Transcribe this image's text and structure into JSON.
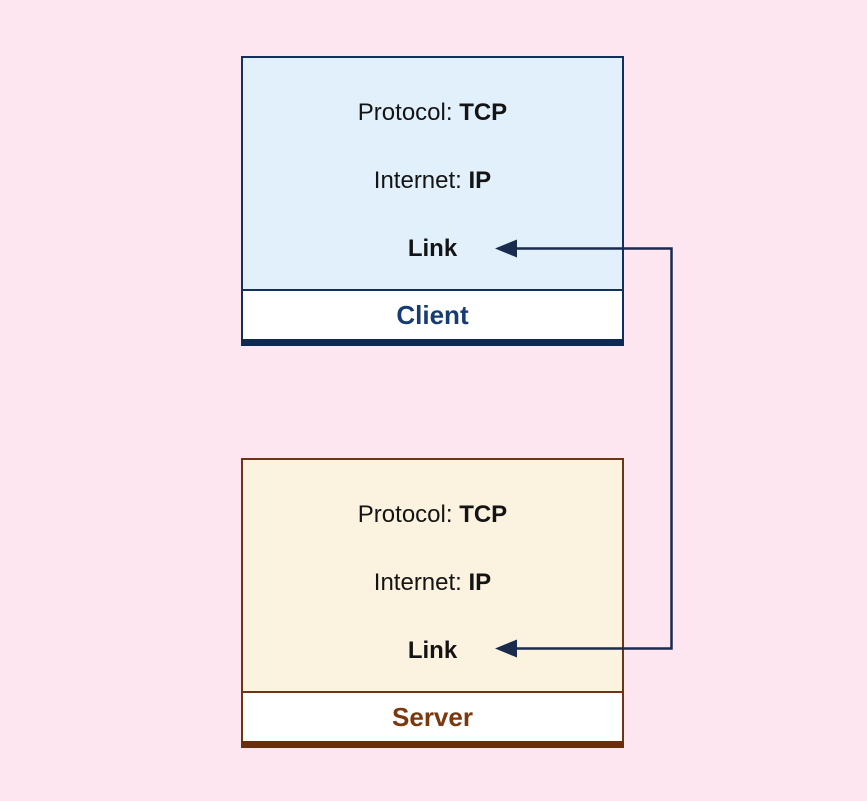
{
  "colors": {
    "background": "#fde6ef",
    "client_fill": "#e2f0fc",
    "client_border": "#12305c",
    "client_bar": "#0e2a52",
    "client_text": "#163c74",
    "server_fill": "#fcf2e0",
    "server_border": "#6e3413",
    "server_bar": "#6a2e0c",
    "server_text": "#7b380f",
    "band_fill": "#ffffff",
    "row_text": "#141414",
    "connector": "#1b2b4d"
  },
  "stacks": [
    {
      "name": "Client",
      "rows": [
        {
          "label": "Protocol: ",
          "value": "TCP"
        },
        {
          "label": "Internet: ",
          "value": "IP"
        },
        {
          "label": "",
          "value": "Link"
        }
      ]
    },
    {
      "name": "Server",
      "rows": [
        {
          "label": "Protocol: ",
          "value": "TCP"
        },
        {
          "label": "Internet: ",
          "value": "IP"
        },
        {
          "label": "",
          "value": "Link"
        }
      ]
    }
  ],
  "connector": {
    "connects": "Link-to-Link"
  }
}
